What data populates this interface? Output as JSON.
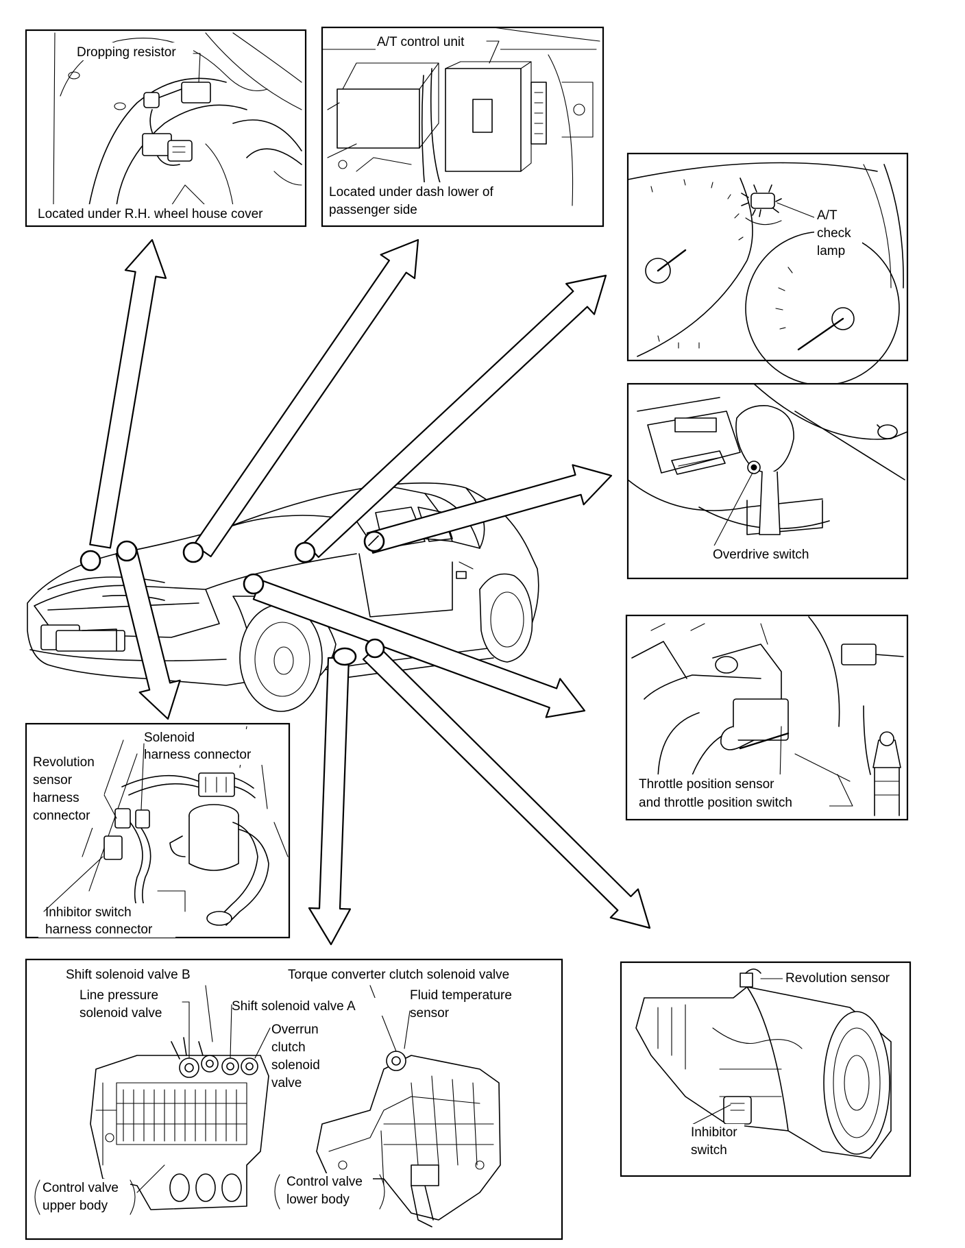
{
  "panels": {
    "dropping_resistor": {
      "callout": "Dropping resistor",
      "location": "Located under R.H. wheel house cover"
    },
    "control_unit": {
      "callout": "A/T control unit",
      "location_line1": "Located under dash lower of",
      "location_line2": "passenger side"
    },
    "check_lamp": {
      "line1": "A/T",
      "line2": "check",
      "line3": "lamp"
    },
    "overdrive": {
      "callout": "Overdrive switch"
    },
    "throttle": {
      "line1": "Throttle position sensor",
      "line2": "and throttle position switch"
    },
    "harness": {
      "solenoid_line1": "Solenoid",
      "solenoid_line2": "harness connector",
      "rev_line1": "Revolution",
      "rev_line2": "sensor",
      "rev_line3": "harness",
      "rev_line4": "connector",
      "inhibitor_line1": "Inhibitor switch",
      "inhibitor_line2": "harness connector"
    },
    "valves": {
      "shift_b": "Shift solenoid valve B",
      "torque_converter": "Torque converter clutch solenoid valve",
      "line_pressure1": "Line pressure",
      "line_pressure2": "solenoid valve",
      "shift_a": "Shift solenoid valve A",
      "fluid_temp1": "Fluid temperature",
      "fluid_temp2": "sensor",
      "overrun1": "Overrun",
      "overrun2": "clutch",
      "overrun3": "solenoid",
      "overrun4": "valve",
      "upper1": "Control valve",
      "upper2": "upper body",
      "lower1": "Control valve",
      "lower2": "lower body"
    },
    "transmission": {
      "revolution": "Revolution sensor",
      "inhibitor1": "Inhibitor",
      "inhibitor2": "switch"
    }
  }
}
